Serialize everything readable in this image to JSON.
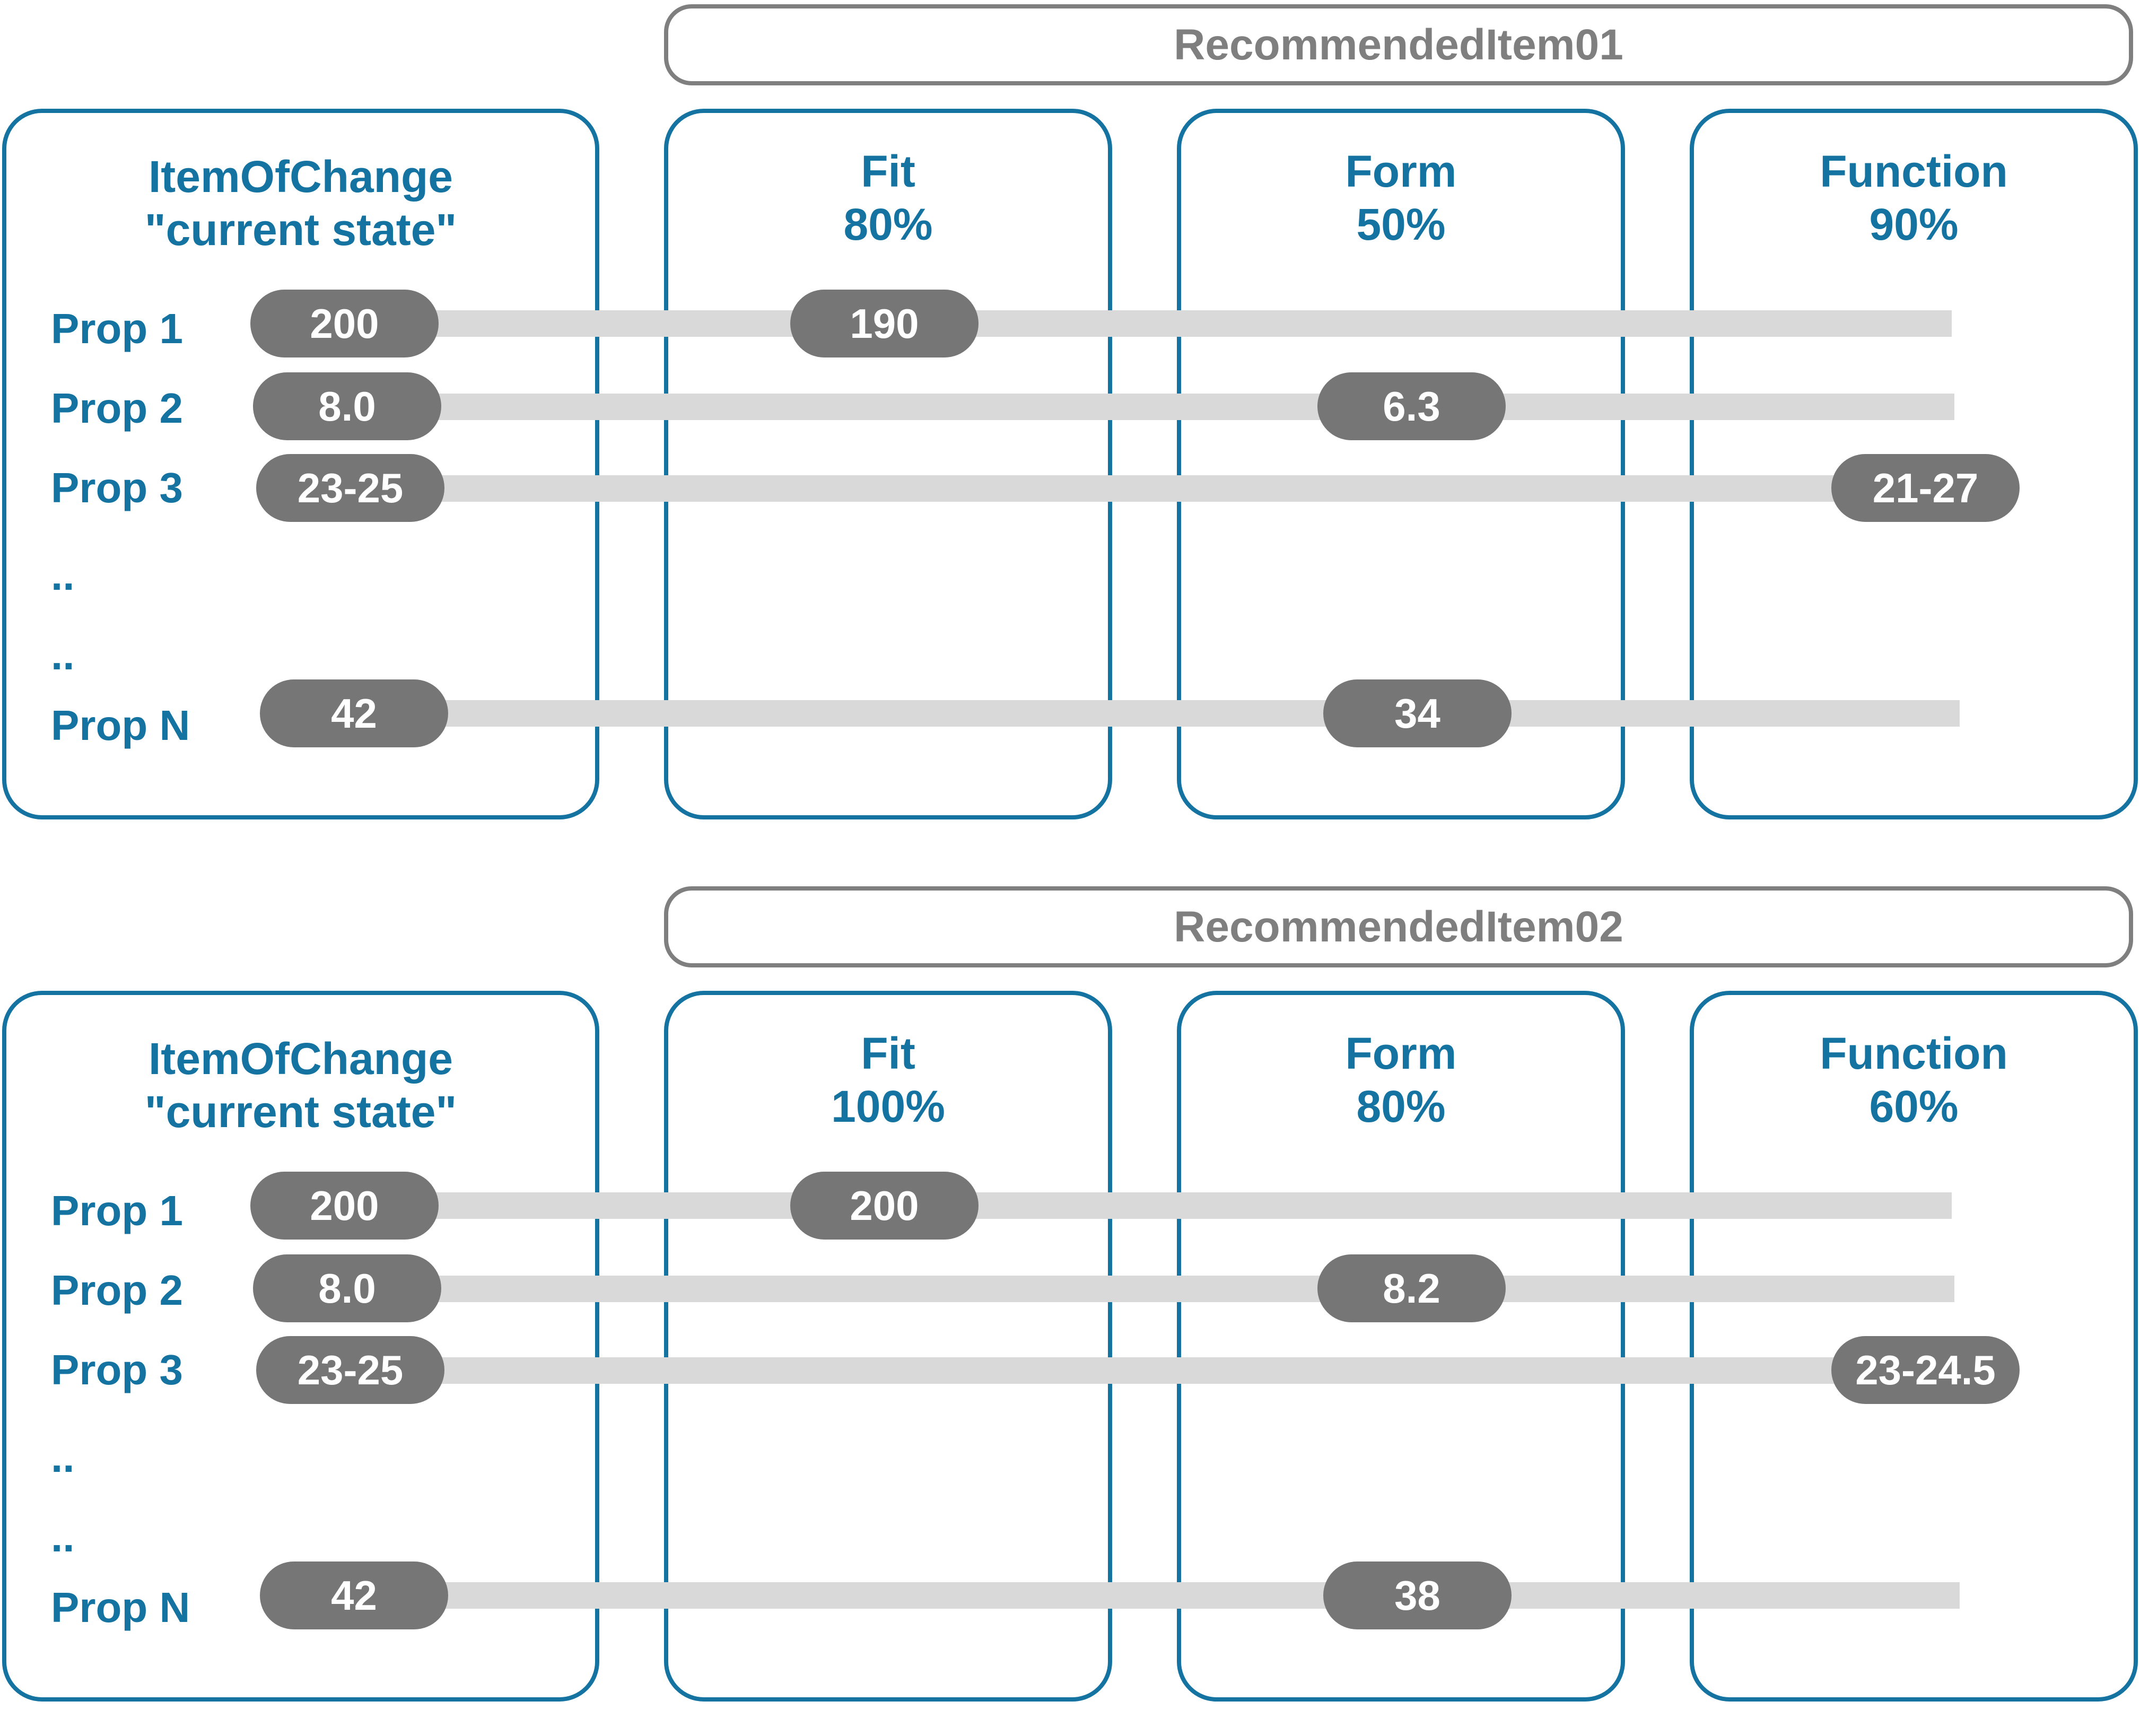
{
  "sections": [
    {
      "header": "RecommendedItem01",
      "current": {
        "title_line1": "ItemOfChange",
        "title_line2": "\"current state\""
      },
      "fit": {
        "title": "Fit",
        "percent": "80%"
      },
      "form": {
        "title": "Form",
        "percent": "50%"
      },
      "function": {
        "title": "Function",
        "percent": "90%"
      },
      "rows": [
        {
          "label": "Prop 1",
          "current": "200",
          "recommended": "190",
          "aspect": "fit"
        },
        {
          "label": "Prop 2",
          "current": "8.0",
          "recommended": "6.3",
          "aspect": "form"
        },
        {
          "label": "Prop 3",
          "current": "23-25",
          "recommended": "21-27",
          "aspect": "function"
        },
        {
          "label": ".."
        },
        {
          "label": ".."
        },
        {
          "label": "Prop N",
          "current": "42",
          "recommended": "34",
          "aspect": "form"
        }
      ]
    },
    {
      "header": "RecommendedItem02",
      "current": {
        "title_line1": "ItemOfChange",
        "title_line2": "\"current state\""
      },
      "fit": {
        "title": "Fit",
        "percent": "100%"
      },
      "form": {
        "title": "Form",
        "percent": "80%"
      },
      "function": {
        "title": "Function",
        "percent": "60%"
      },
      "rows": [
        {
          "label": "Prop 1",
          "current": "200",
          "recommended": "200",
          "aspect": "fit"
        },
        {
          "label": "Prop 2",
          "current": "8.0",
          "recommended": "8.2",
          "aspect": "form"
        },
        {
          "label": "Prop 3",
          "current": "23-25",
          "recommended": "23-24.5",
          "aspect": "function"
        },
        {
          "label": ".."
        },
        {
          "label": ".."
        },
        {
          "label": "Prop N",
          "current": "42",
          "recommended": "38",
          "aspect": "form"
        }
      ]
    }
  ]
}
